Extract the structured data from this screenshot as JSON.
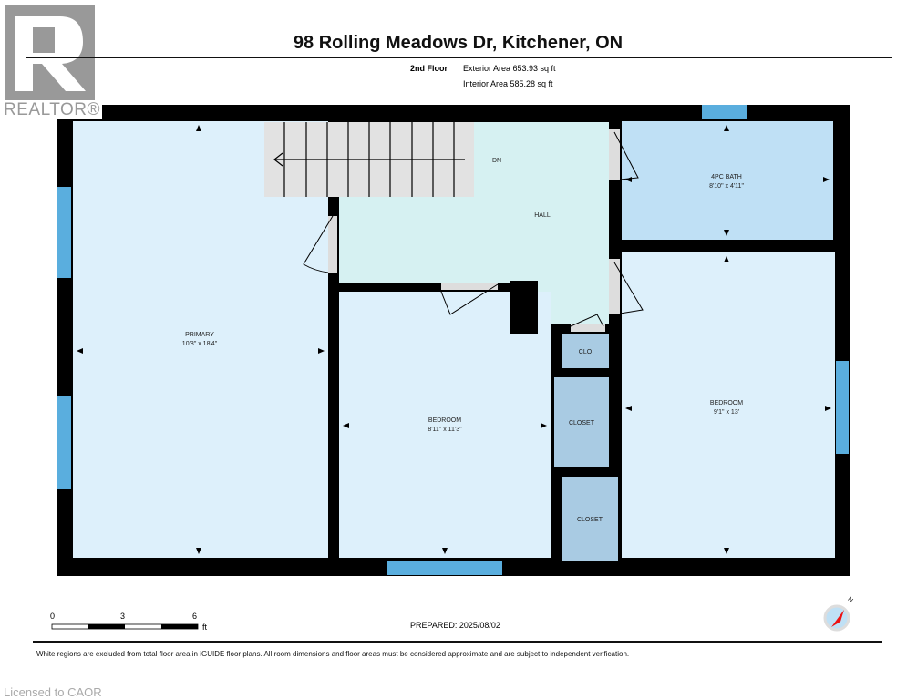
{
  "header": {
    "title": "98 Rolling Meadows Dr, Kitchener, ON",
    "floor": "2nd Floor",
    "exterior_area": "Exterior Area 653.93 sq ft",
    "interior_area": "Interior Area 585.28 sq ft"
  },
  "logo": {
    "text": "REALTOR®"
  },
  "rooms": {
    "stairs": "DN",
    "hall": "HALL",
    "bath": {
      "name": "4PC BATH",
      "dims": "8'10\" x 4'11\""
    },
    "primary": {
      "name": "PRIMARY",
      "dims": "10'8\" x 18'4\""
    },
    "bedroom_mid": {
      "name": "BEDROOM",
      "dims": "8'11\" x 11'3\""
    },
    "bedroom_right": {
      "name": "BEDROOM",
      "dims": "9'1\" x 13'"
    },
    "clo": "CLO",
    "closet1": "CLOSET",
    "closet2": "CLOSET"
  },
  "scale": {
    "t0": "0",
    "t3": "3",
    "t6": "6",
    "unit": "ft"
  },
  "footer": {
    "prepared": "PREPARED: 2025/08/02",
    "disclaimer": "White regions are excluded from total floor area in iGUIDE floor plans. All room dimensions and floor areas must be considered approximate and are subject to independent verification.",
    "licensed": "Licensed to CAOR",
    "compass_label": "N"
  },
  "colors": {
    "wall": "#000000",
    "room": "#ddf0fb",
    "hall": "#d6f1f2",
    "bath": "#bfe0f5",
    "closet": "#a9cbe3",
    "window": "#5aaede",
    "stairs": "#e2e2e2"
  }
}
